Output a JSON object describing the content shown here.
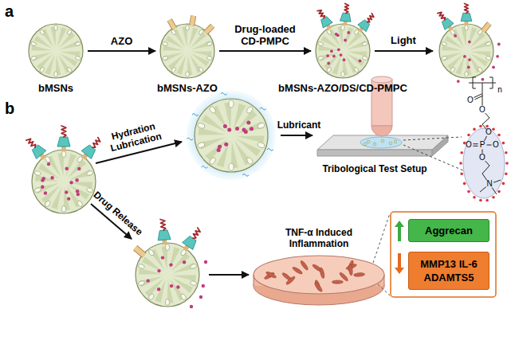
{
  "diagram": {
    "nodes": [
      {
        "text": [
          "bMSNs"
        ]
      },
      {
        "text": [
          "bMSNs-AZO"
        ]
      },
      {
        "text": [
          "bMSNs-AZO/DS/CD-PMPC"
        ]
      },
      {
        "text": [
          "Aggrecan"
        ]
      },
      {
        "text": [
          "MMP13 IL-6 ADAMTS5"
        ]
      }
    ],
    "edges": [
      {
        "from": 0,
        "to": 1,
        "arrow": "to",
        "label": "AZO"
      },
      {
        "from": 1,
        "to": 2,
        "arrow": "to",
        "label": "Drug-loaded CD-PMPC"
      }
    ],
    "labels": [
      "a",
      "Light",
      "b",
      "Hydration Lubrication",
      "Lubricant",
      "Tribological Test Setup",
      "Drug Release",
      "TNF-α Induced Inflammation",
      "n",
      "O",
      "O",
      "O",
      "O",
      "P",
      "O",
      "O",
      "N"
    ]
  }
}
